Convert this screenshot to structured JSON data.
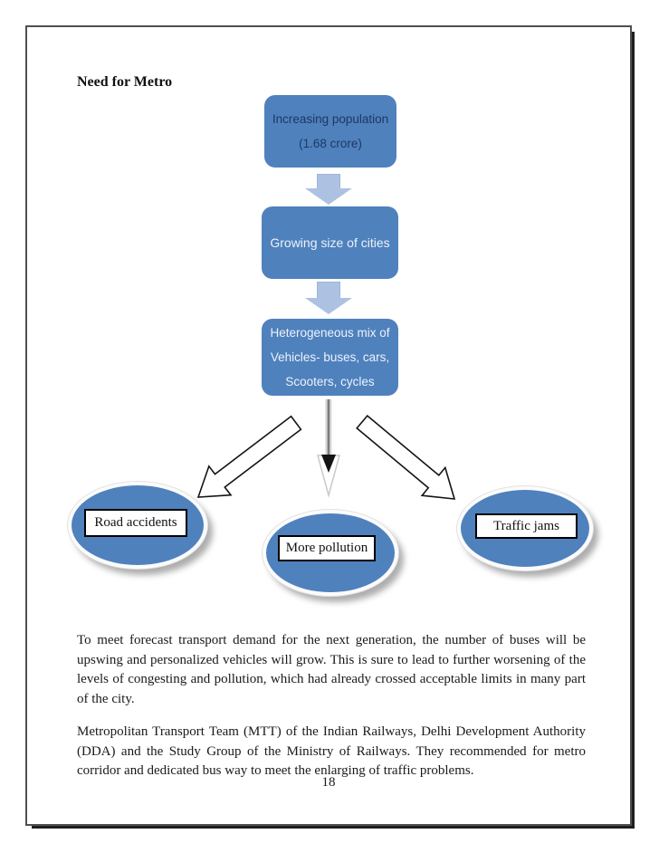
{
  "page": {
    "heading": "Need for Metro",
    "paragraphs": {
      "p1": "To meet forecast transport demand for the next generation, the number of buses will be upswing and personalized vehicles will grow. This is sure to lead to further worsening of the levels of congesting and pollution, which had already crossed acceptable limits in many part of the city.",
      "p2": "Metropolitan Transport Team (MTT) of the Indian Railways, Delhi Development Authority (DDA) and the Study Group of the Ministry of Railways. They recommended for metro corridor and dedicated bus way to meet the enlarging of traffic problems."
    },
    "page_number": "18"
  },
  "diagram": {
    "boxes": [
      {
        "label": "Increasing population (1.68 crore)"
      },
      {
        "label": "Growing size of cities"
      },
      {
        "label": "Heterogeneous mix of Vehicles- buses, cars, Scooters, cycles"
      }
    ],
    "ellipses": [
      {
        "label": "Road accidents"
      },
      {
        "label": "More pollution"
      },
      {
        "label": "Traffic jams"
      }
    ],
    "colors": {
      "shape_fill": "#4f81bd",
      "box1_text": "#1f3864",
      "box_light_text": "#edf3fa",
      "connector_arrow": "#adc2e2",
      "page_border": "#4f4f4f"
    }
  }
}
